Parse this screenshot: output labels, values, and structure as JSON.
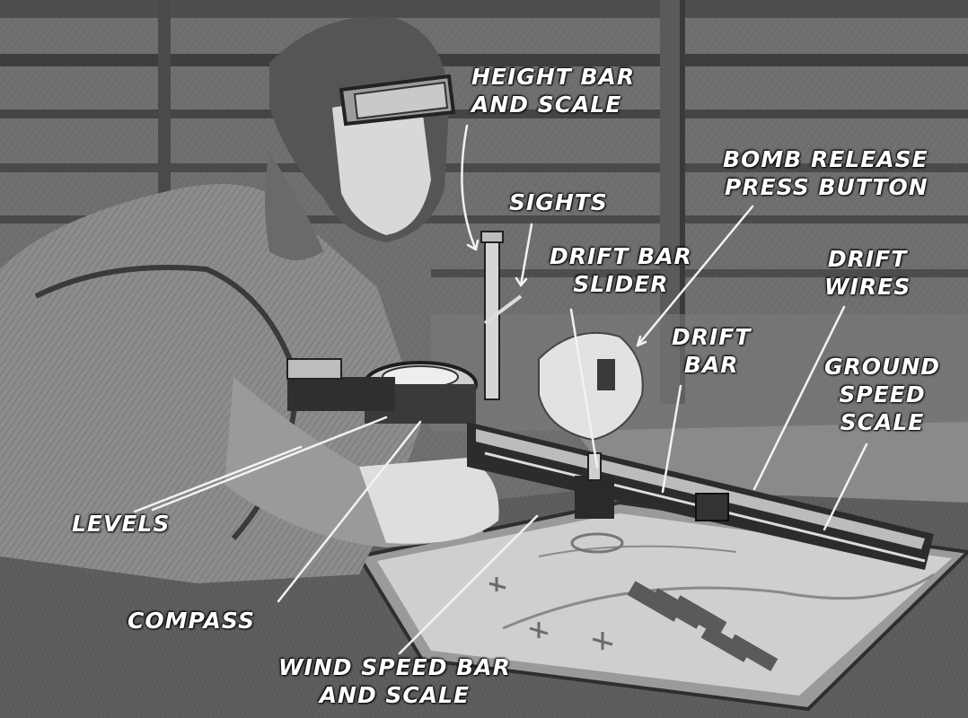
{
  "labels": {
    "height_bar_and_scale": [
      "HEIGHT BAR",
      "AND SCALE"
    ],
    "sights": [
      "SIGHTS"
    ],
    "bomb_release_press_button": [
      "BOMB RELEASE",
      "PRESS BUTTON"
    ],
    "drift_bar_slider": [
      "DRIFT BAR",
      "SLIDER"
    ],
    "drift_wires": [
      "DRIFT",
      "WIRES"
    ],
    "drift_bar": [
      "DRIFT",
      "BAR"
    ],
    "ground_speed_scale": [
      "GROUND",
      "SPEED",
      "SCALE"
    ],
    "levels": [
      "LEVELS"
    ],
    "compass": [
      "COMPASS"
    ],
    "wind_speed_bar_and_scale": [
      "WIND SPEED BAR",
      "AND SCALE"
    ]
  },
  "colors": {
    "label_text": "#ffffff",
    "leader_line": "#f2f2f2"
  }
}
